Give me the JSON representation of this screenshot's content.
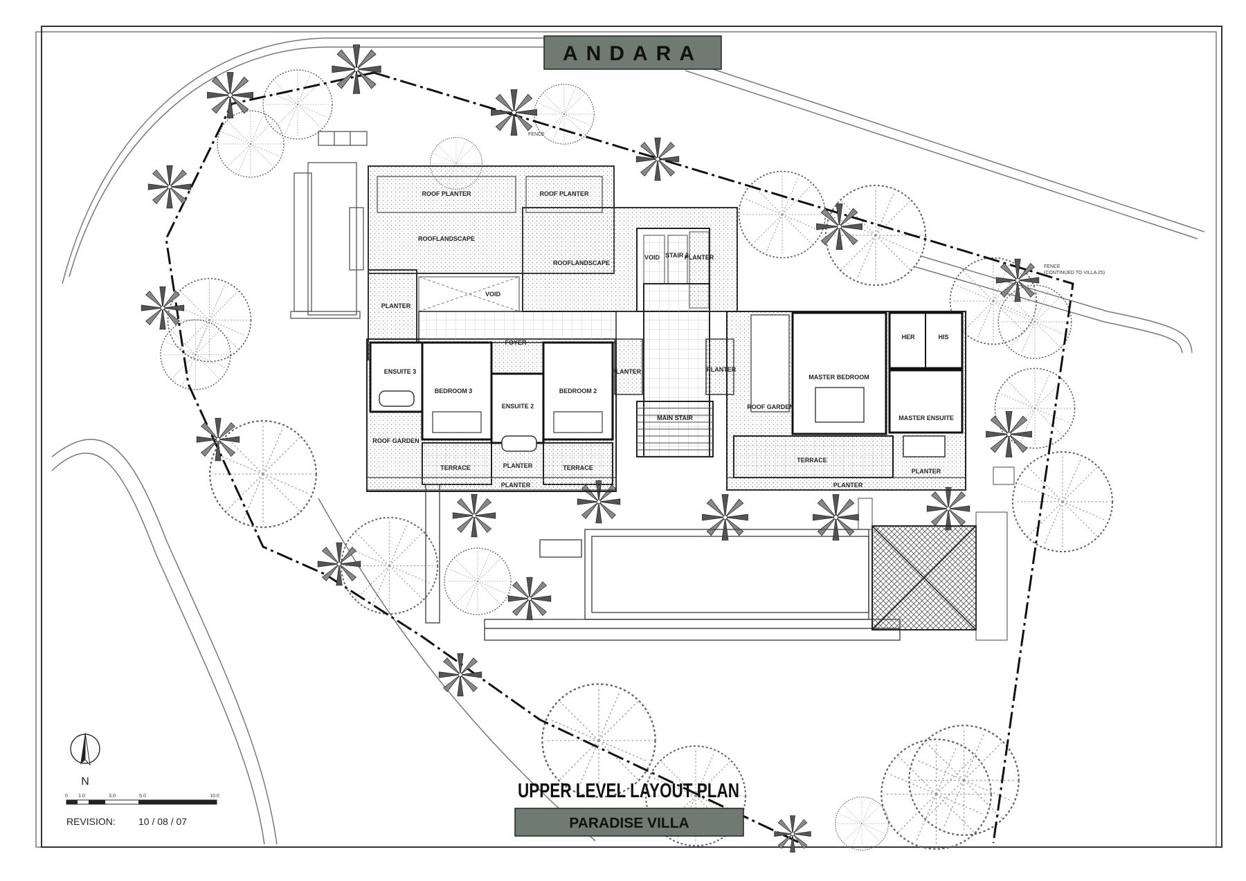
{
  "brand": "ANDARA",
  "title": "UPPER LEVEL LAYOUT PLAN",
  "subtitle": "PARADISE VILLA",
  "north_label": "N",
  "scale": {
    "ticks": [
      "0",
      "1.0",
      "3.0",
      "5.0",
      "10.0"
    ]
  },
  "revision": {
    "label": "REVISION:",
    "date": "10 / 08 / 07"
  },
  "notes": {
    "fence": "FENCE",
    "fence_villa_line1": "FENCE",
    "fence_villa_line2": "(CONTINUED TO VILLA 25)"
  },
  "rooms": {
    "roof_planter_1": "ROOF PLANTER",
    "roof_planter_2": "ROOF PLANTER",
    "roof_landscape_1": "ROOFLANDSCAPE",
    "roof_landscape_2": "ROOFLANDSCAPE",
    "void_1": "VOID",
    "void_2": "VOID",
    "stair_2": "STAIR 2",
    "planter_stair": "PLANTER",
    "planter_left": "PLANTER",
    "foyer": "FOYER",
    "ensuite_3": "ENSUITE 3",
    "bedroom_3": "BEDROOM 3",
    "ensuite_2": "ENSUITE 2",
    "bedroom_2": "BEDROOM 2",
    "planter_mid_left": "PLANTER",
    "planter_mid_right": "PLANTER",
    "main_stair": "MAIN STAIR",
    "roof_garden_left": "ROOF GARDEN",
    "terrace_left": "TERRACE",
    "planter_small": "PLANTER",
    "terrace_mid": "TERRACE",
    "planter_bottom_left": "PLANTER",
    "her": "HER",
    "his": "HIS",
    "master_bedroom": "MASTER BEDROOM",
    "roof_garden_right": "ROOF GARDEN",
    "master_ensuite": "MASTER ENSUITE",
    "terrace_right": "TERRACE",
    "planter_right": "PLANTER",
    "planter_bottom_right": "PLANTER"
  }
}
